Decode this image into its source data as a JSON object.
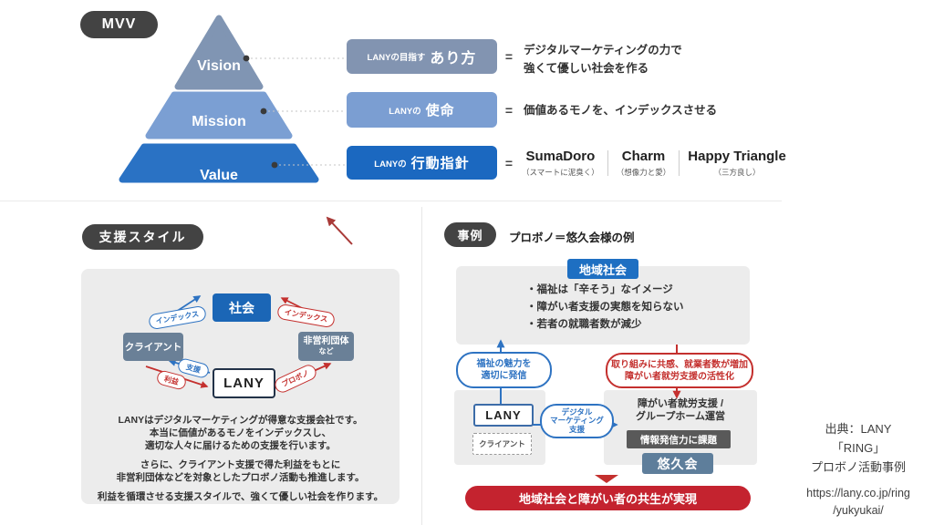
{
  "mvv": {
    "badge": "MVV",
    "pyramid": [
      {
        "label": "Vision",
        "color": "#8095b3"
      },
      {
        "label": "Mission",
        "color": "#7b9fd3"
      },
      {
        "label": "Value",
        "color": "#2a72c4"
      }
    ],
    "rows": [
      {
        "box_prefix": "LANYの目指す",
        "box_main": "あり方",
        "equals": "=",
        "desc_lines": [
          "デジタルマーケティングの力で",
          "強くて優しい社会を作る"
        ]
      },
      {
        "box_prefix": "LANYの",
        "box_main": "使命",
        "equals": "=",
        "desc_lines": [
          "価値あるモノを、インデックスさせる"
        ]
      },
      {
        "box_prefix": "LANYの",
        "box_main": "行動指針",
        "equals": "=",
        "values": [
          {
            "name": "SumaDoro",
            "sub": "（スマートに泥臭く）"
          },
          {
            "name": "Charm",
            "sub": "（想像力と愛）"
          },
          {
            "name": "Happy Triangle",
            "sub": "（三方良し）"
          }
        ]
      }
    ]
  },
  "support": {
    "badge": "支援スタイル",
    "diagram": {
      "society": "社会",
      "client": "クライアント",
      "nonprofit": "非営利団体",
      "nonprofit_sub": "など",
      "lany": "LANY",
      "index_blue": "インデックス",
      "index_red": "インデックス",
      "support_label": "支援",
      "profit_label": "利益",
      "probono_label": "プロボノ"
    },
    "paragraphs": [
      [
        "LANYはデジタルマーケティングが得意な支援会社です。",
        "本当に価値があるモノをインデックスし、",
        "適切な人々に届けるための支援を行います。"
      ],
      [
        "さらに、クライアント支援で得た利益をもとに",
        "非営利団体などを対象としたプロボノ活動も推進します。"
      ],
      [
        "利益を循環させる支援スタイルで、強くて優しい社会を作ります。"
      ]
    ]
  },
  "case_study": {
    "badge": "事例",
    "subtitle": "プロボノ＝悠久会様の例",
    "region": "地域社会",
    "bullets": [
      "・福祉は「辛そう」なイメージ",
      "・障がい者支援の実態を知らない",
      "・若者の就職者数が減少"
    ],
    "appeal_pill": [
      "福祉の魅力を",
      "適切に発信"
    ],
    "sympathy_pill": [
      "取り組みに共感、就業者数が増加",
      "障がい者就労支援の活性化"
    ],
    "lany": "LANY",
    "client": "クライアント",
    "dm_pill": [
      "デジタル",
      "マーケティング",
      "支援"
    ],
    "org_lines": [
      "障がい者就労支援 /",
      "グループホーム運営"
    ],
    "issue": "情報発信力に課題",
    "org_name": "悠久会",
    "result": "地域社会と障がい者の共生が実現"
  },
  "source": {
    "lines": [
      "出典：LANY",
      "「RING」",
      "プロボノ活動事例"
    ],
    "url_lines": [
      "https://lany.co.jp/ring",
      "/yukyukai/"
    ]
  },
  "colors": {
    "badge_bg": "#434343",
    "vision": "#8095b3",
    "mission": "#7b9fd3",
    "value": "#2a72c4",
    "box_arikata": "#8294b1",
    "box_shimei": "#7b9ed2",
    "box_shishin": "#1b68c0",
    "society": "#1b66b6",
    "gray_blue_box": "#6a8097",
    "yukyukai": "#5e7e9b",
    "issue": "#595959",
    "region": "#1e6fc2",
    "blue": "#2e73c2",
    "red": "#c4302e",
    "banner": "#c4232f",
    "panel": "#ececec"
  }
}
